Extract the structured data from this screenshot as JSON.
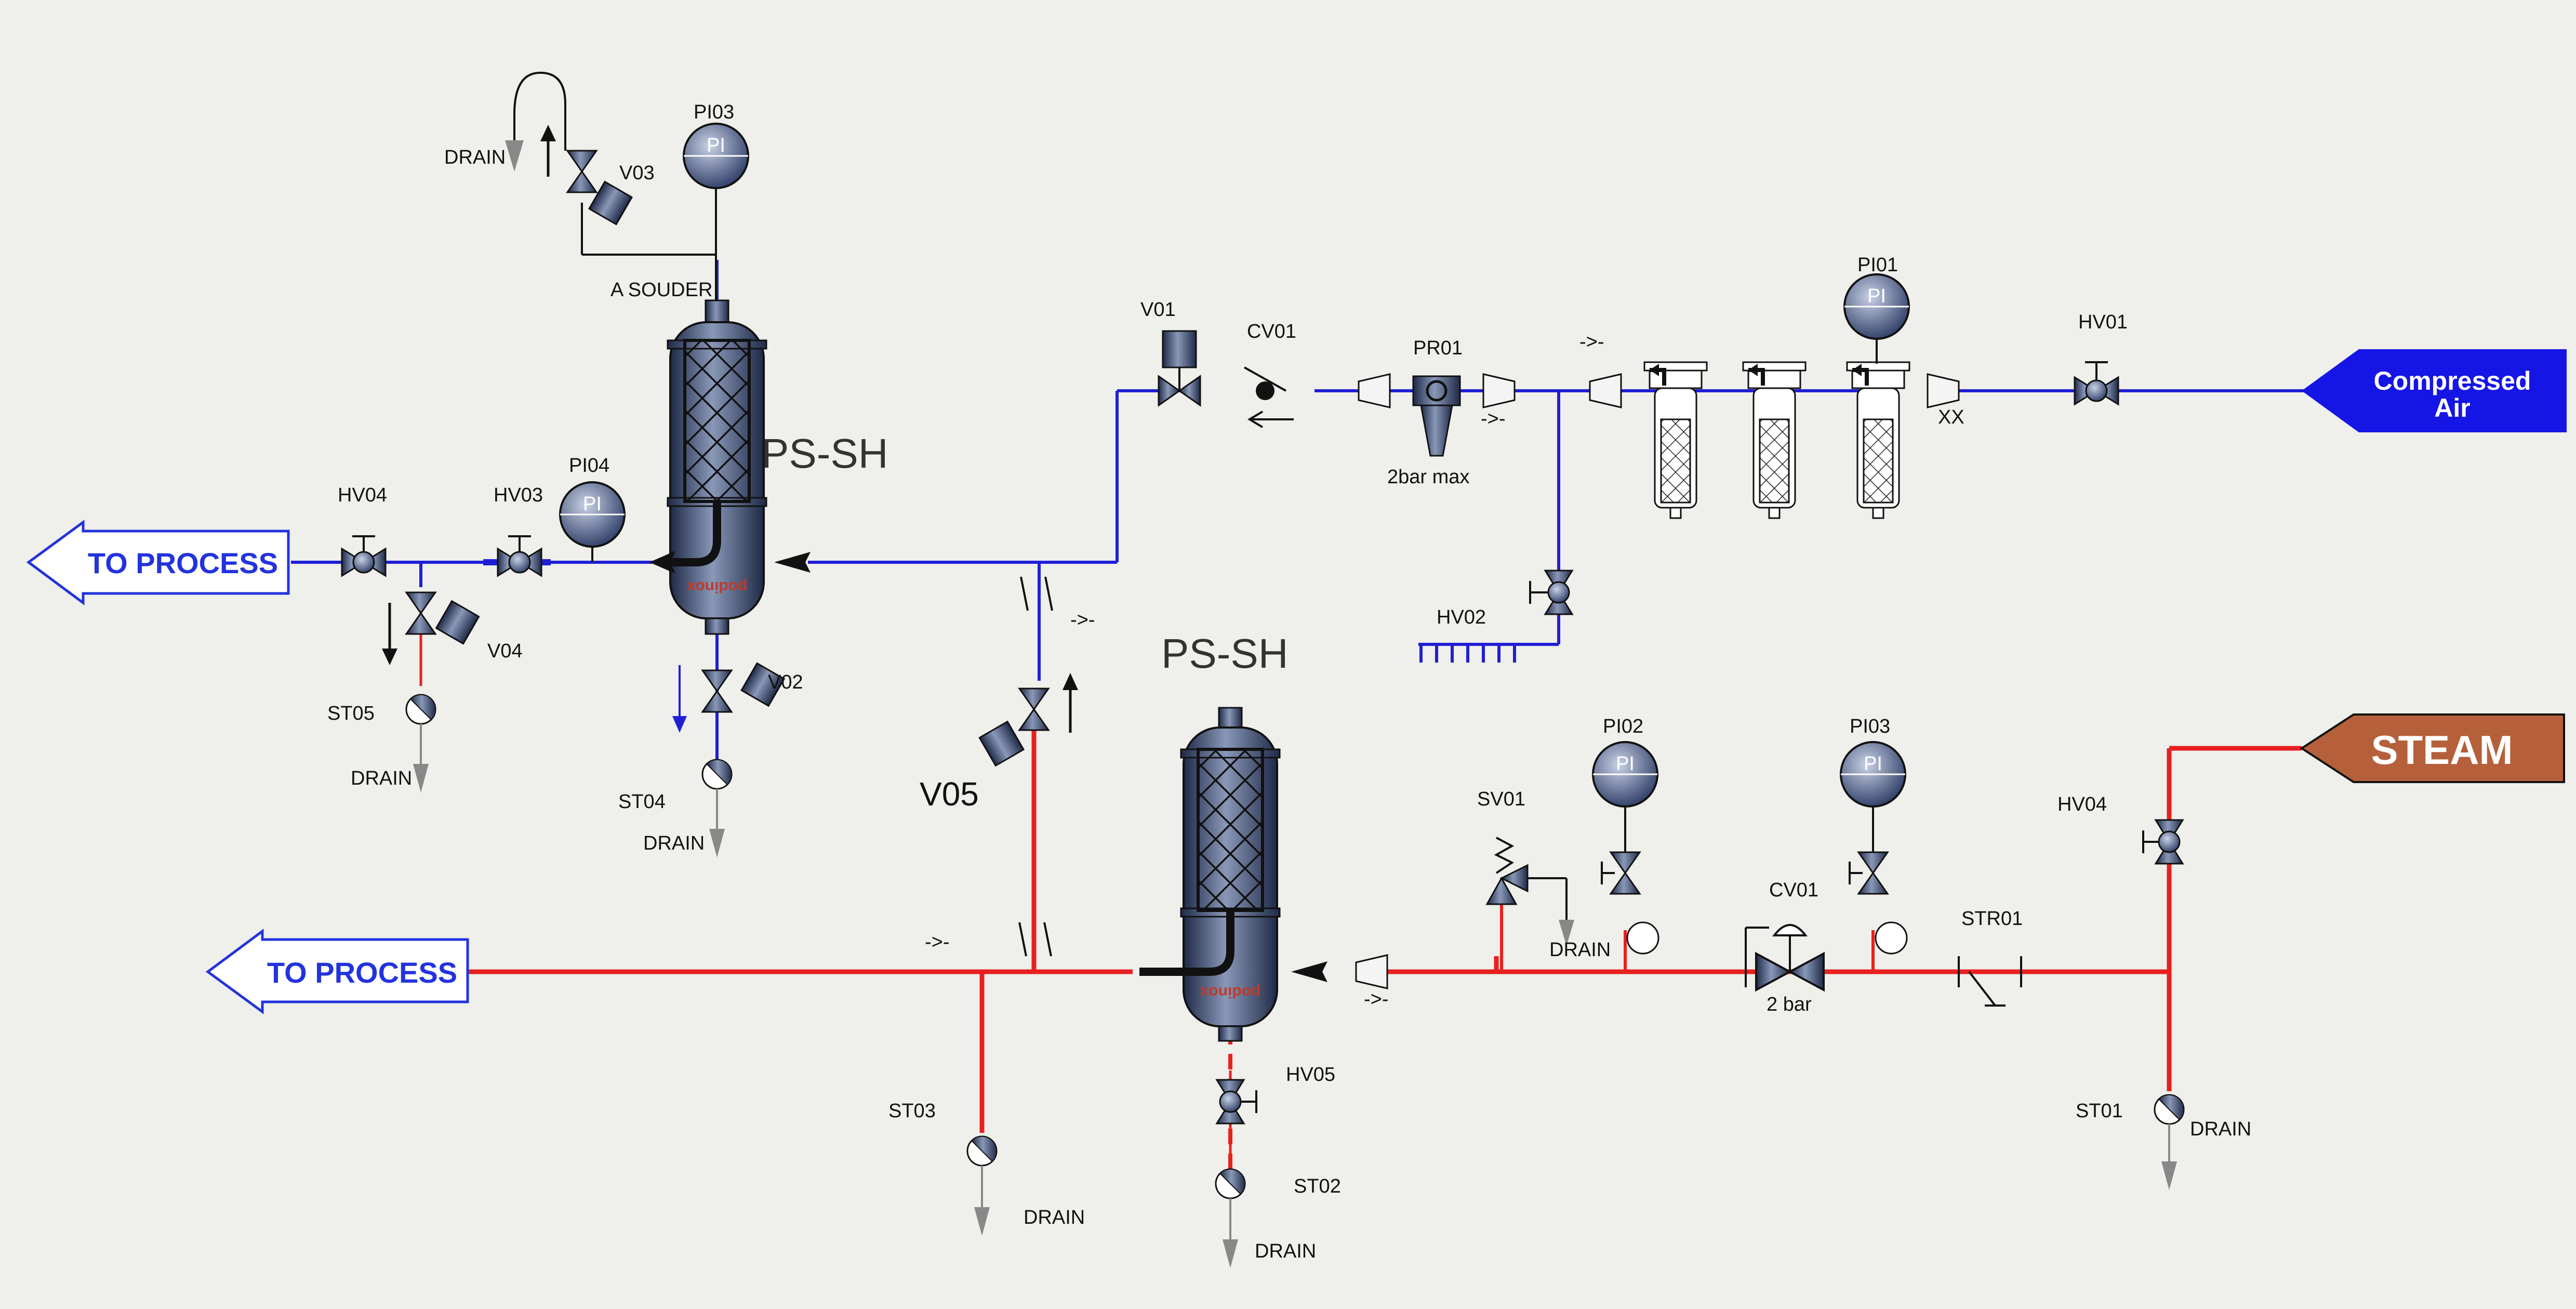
{
  "colors": {
    "air_line": "#1f1fd6",
    "steam_line": "#e8201f",
    "background": "#efefeb",
    "steam_banner": "#b5603a",
    "air_banner": "#1515e6"
  },
  "banners": {
    "compressed_air_line1": "Compressed",
    "compressed_air_line2": "Air",
    "steam": "STEAM",
    "to_process_top": "TO PROCESS",
    "to_process_bottom": "TO PROCESS"
  },
  "vessels": {
    "top_label": "PS-SH",
    "bottom_label": "PS-SH",
    "brand": "podinox",
    "weld_note": "A SOUDER"
  },
  "gauges": {
    "pi_symbol": "PI",
    "pi01": "PI01",
    "pi02": "PI02",
    "pi03_air": "PI03",
    "pi03_steam": "PI03",
    "pi04": "PI04"
  },
  "air_line": {
    "hv01": "HV01",
    "xx": "XX",
    "flow_arrow": "->-",
    "pr01": "PR01",
    "pr01_note": "2bar max",
    "cv01": "CV01",
    "v01": "V01",
    "hv02": "HV02",
    "v03": "V03",
    "drain_v03": "DRAIN"
  },
  "outlet_air": {
    "hv03": "HV03",
    "hv04": "HV04",
    "v04": "V04",
    "st05": "ST05",
    "drain_st05": "DRAIN",
    "v02": "V02",
    "st04": "ST04",
    "drain_st04": "DRAIN"
  },
  "cross": {
    "v05": "V05",
    "flow_arrow_cross": "->-",
    "flow_arrow_steam_left": "->-"
  },
  "steam_line": {
    "hv04": "HV04",
    "st01": "ST01",
    "drain_st01": "DRAIN",
    "str01": "STR01",
    "cv01": "CV01",
    "cv01_note": "2 bar",
    "sv01": "SV01",
    "drain_sv01": "DRAIN",
    "flow_arrow_steam": "->-",
    "hv05": "HV05",
    "st02": "ST02",
    "drain_st02": "DRAIN",
    "st03": "ST03",
    "drain_st03": "DRAIN"
  }
}
